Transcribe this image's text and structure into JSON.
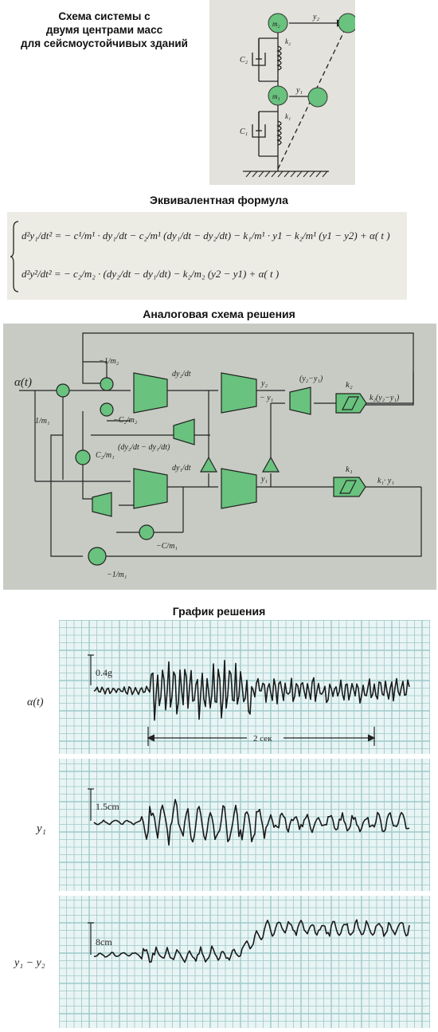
{
  "titles": {
    "model_lines": [
      "Схема системы с",
      "двумя центрами масс",
      "для сейсмоустойчивых зданий"
    ],
    "formula": "Эквивалентная формула",
    "analog": "Аналоговая схема решения",
    "plot": "График решения"
  },
  "model": {
    "mass_top": "m₂",
    "mass_bottom": "m₁",
    "disp_top": "y₂",
    "disp_bottom": "y₁",
    "damper_top": "C₂",
    "damper_bottom": "C₁",
    "spring_top": "k₂",
    "spring_bottom": "k₁"
  },
  "formula": {
    "line1": "d²y₁/dt² = − c¹/m¹ · dy₁/dt − c₂/m¹ (dy₁/dt − dy₂/dt) − k₁/m¹ · y1 − k₂/m¹ (y1 − y2) + α( t )",
    "line2": "d²y²/dt² = − c₂/m₂ · (dy₂/dt − dy₁/dt) − k₂/m₂ (y2 − y1) + α( t )"
  },
  "analog": {
    "input": "α(t)",
    "gain_neg_1_m2": "−1/m₂",
    "gain_neg_c2_m2": "−C₂/m₂",
    "gain_1_m1": "1/m₁",
    "gain_c2_m1": "C₂/m₁",
    "gain_neg_c_m1": "−C/m₁",
    "gain_neg_1_m1": "−1/m₁",
    "dy2dt": "dy₂/dt",
    "dy1dt": "dy₁/dt",
    "diff_rate": "(dy₂/dt − dy₁/dt)",
    "y2_minus_y1": "(y₂−y₁)",
    "y2": "y₂",
    "y1": "y₁",
    "minus_y1": "− y₁",
    "k2": "k₂",
    "k1": "k₁",
    "k2_out": "k₂(y₂−y₁)",
    "k1_out": "k₁· y₁"
  },
  "plot": {
    "traces": [
      {
        "label": "α(t)",
        "scale": "0.4g"
      },
      {
        "label": "y₁",
        "scale": "1.5cm"
      },
      {
        "label": "y₁ − y₂",
        "scale": "8cm"
      }
    ],
    "time_marker": "2 сек"
  },
  "colors": {
    "green": "#69c27e",
    "grid": "#9dc9c9",
    "trace": "#1a1a1a"
  }
}
